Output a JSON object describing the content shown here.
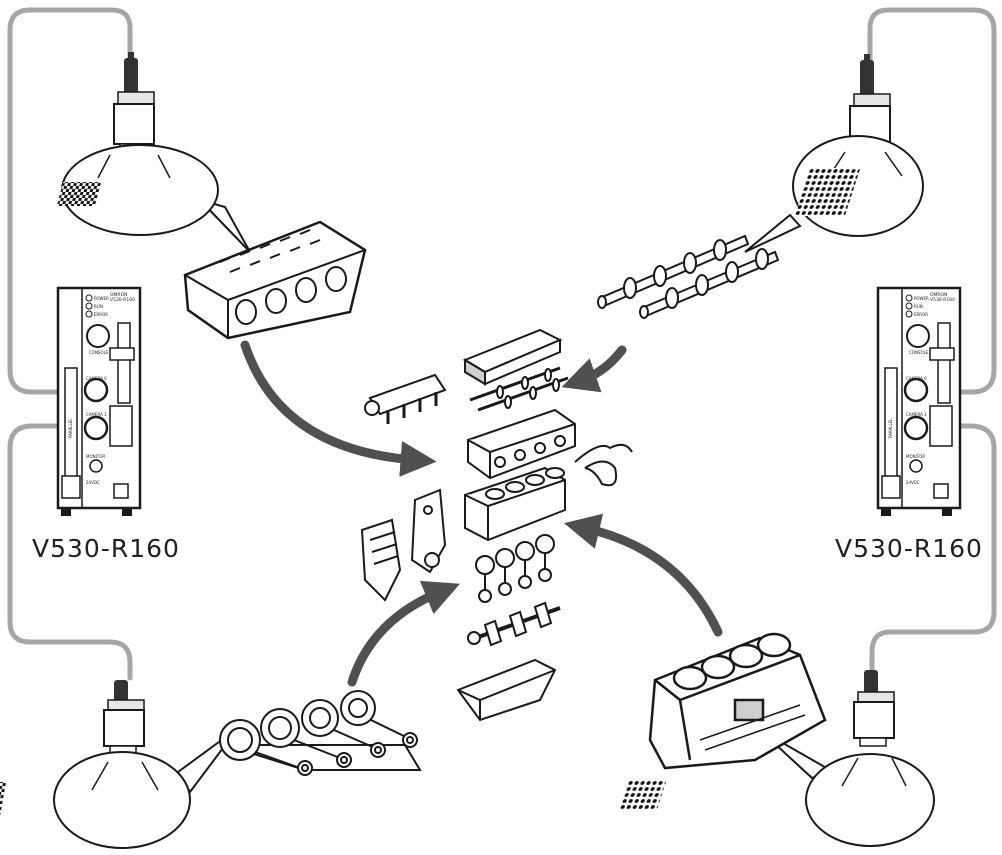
{
  "controllers": [
    {
      "model_label": "V530-R160",
      "brand": "OMRON",
      "face_model": "V530-R160",
      "indicators": [
        "POWER",
        "RUN",
        "ERROR"
      ],
      "ports": [
        "CONSOLE",
        "CAMERA 0",
        "CAMERA 1",
        "MONITOR"
      ],
      "power_label": "24VDC",
      "side_label": "PARALLEL"
    },
    {
      "model_label": "V530-R160",
      "brand": "OMRON",
      "face_model": "V530-R160",
      "indicators": [
        "POWER",
        "RUN",
        "ERROR"
      ],
      "ports": [
        "CONSOLE",
        "CAMERA 0",
        "CAMERA 1",
        "MONITOR"
      ],
      "power_label": "24VDC",
      "side_label": "PARALLEL"
    }
  ],
  "cameras": [
    {
      "name": "camera-top-left",
      "target_part": "cylinder-head",
      "code_type": "data-matrix"
    },
    {
      "name": "camera-top-right",
      "target_part": "camshafts",
      "code_type": "dot-peen-data-matrix"
    },
    {
      "name": "camera-bottom-left",
      "target_part": "connecting-rods",
      "code_type": "data-matrix"
    },
    {
      "name": "camera-bottom-right",
      "target_part": "cylinder-block",
      "code_type": "dot-peen-data-matrix"
    }
  ],
  "colors": {
    "cable": "#a6a6a6",
    "arrow": "#505050",
    "line": "#1a1a1a",
    "part_fill": "#ffffff",
    "part_shade": "#cfcfcf"
  }
}
